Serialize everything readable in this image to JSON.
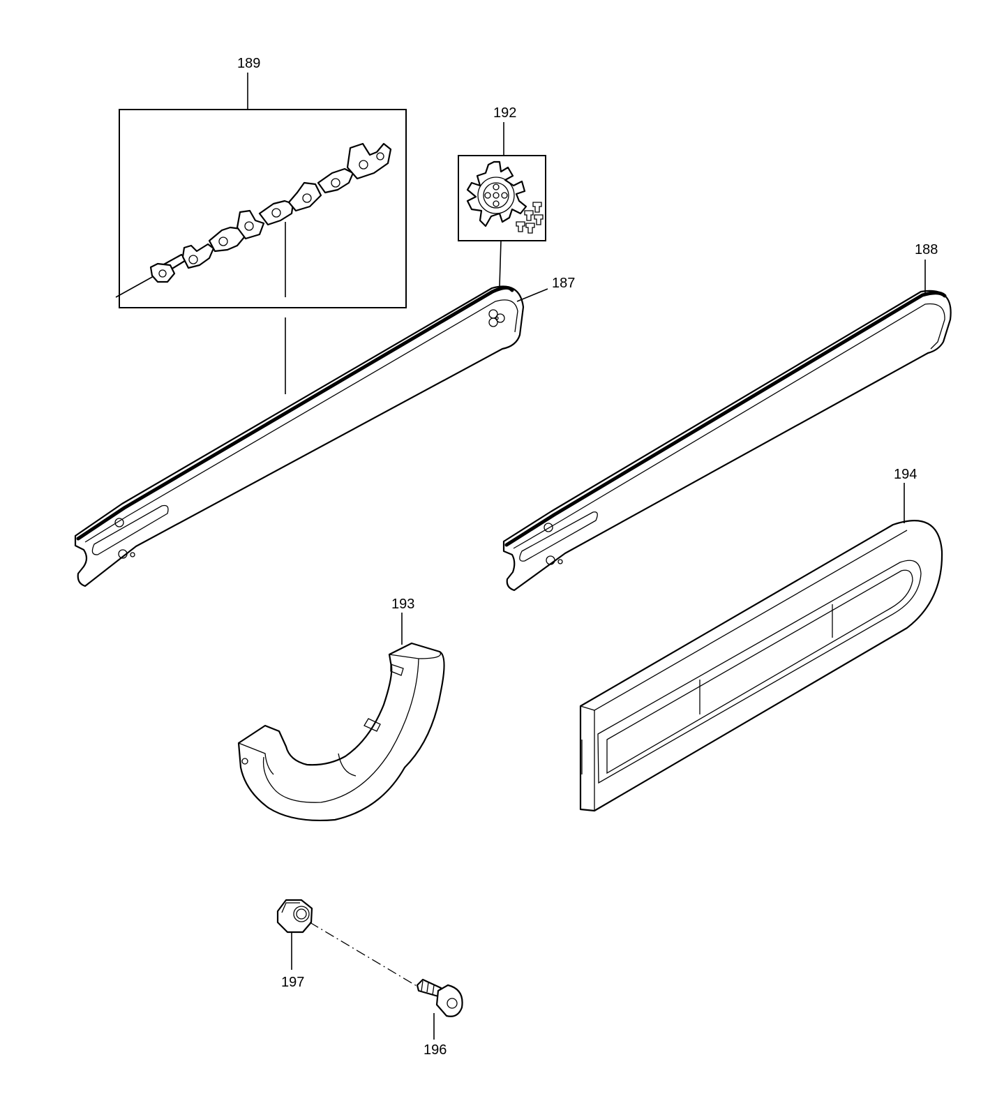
{
  "callouts": {
    "p187": "187",
    "p188": "188",
    "p189": "189",
    "p192": "192",
    "p193": "193",
    "p194": "194",
    "p196": "196",
    "p197": "197"
  }
}
